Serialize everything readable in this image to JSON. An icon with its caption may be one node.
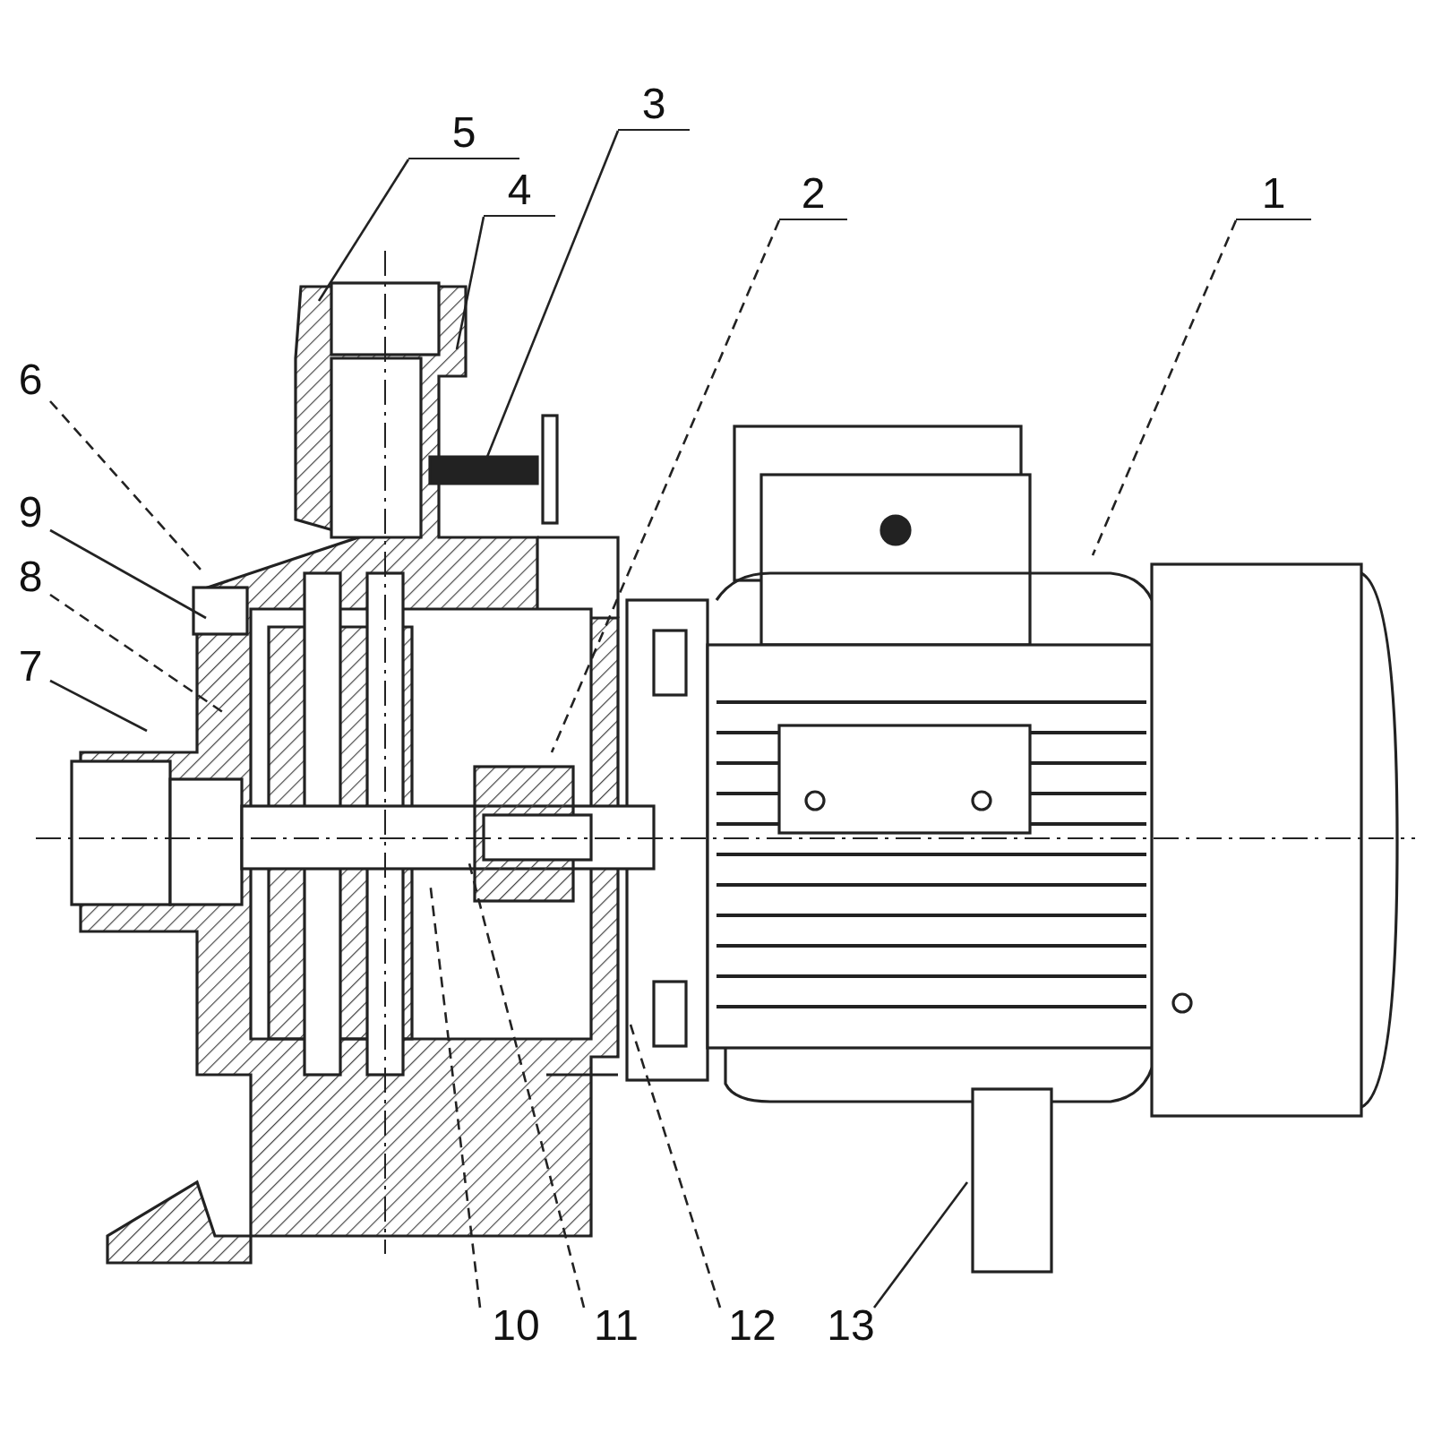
{
  "diagram": {
    "nodes": [
      {
        "text": [
          "1"
        ]
      },
      {
        "text": [
          "2"
        ]
      },
      {
        "text": [
          "3"
        ]
      },
      {
        "text": [
          "4"
        ]
      },
      {
        "text": [
          "5"
        ]
      },
      {
        "text": [
          "6"
        ]
      },
      {
        "text": [
          "7"
        ]
      },
      {
        "text": [
          "8"
        ]
      },
      {
        "text": [
          "9"
        ]
      },
      {
        "text": [
          "10"
        ]
      },
      {
        "text": [
          "11"
        ]
      },
      {
        "text": [
          "12"
        ]
      },
      {
        "text": [
          "13"
        ]
      }
    ],
    "edges": [
      {
        "from": 0,
        "to": null,
        "arrow": "none",
        "style": "dashed"
      },
      {
        "from": 1,
        "to": null,
        "arrow": "none",
        "style": "dashed"
      },
      {
        "from": 2,
        "to": null,
        "arrow": "none"
      },
      {
        "from": 3,
        "to": null,
        "arrow": "none"
      },
      {
        "from": 4,
        "to": null,
        "arrow": "none"
      },
      {
        "from": 5,
        "to": null,
        "arrow": "none",
        "style": "dashed"
      },
      {
        "from": 6,
        "to": null,
        "arrow": "none"
      },
      {
        "from": 7,
        "to": null,
        "arrow": "none",
        "style": "dashed"
      },
      {
        "from": 8,
        "to": null,
        "arrow": "none"
      },
      {
        "from": 9,
        "to": null,
        "arrow": "none",
        "style": "dashed"
      },
      {
        "from": 10,
        "to": null,
        "arrow": "none",
        "style": "dashed"
      },
      {
        "from": 11,
        "to": null,
        "arrow": "none",
        "style": "dashed"
      },
      {
        "from": 12,
        "to": null,
        "arrow": "none"
      }
    ]
  }
}
